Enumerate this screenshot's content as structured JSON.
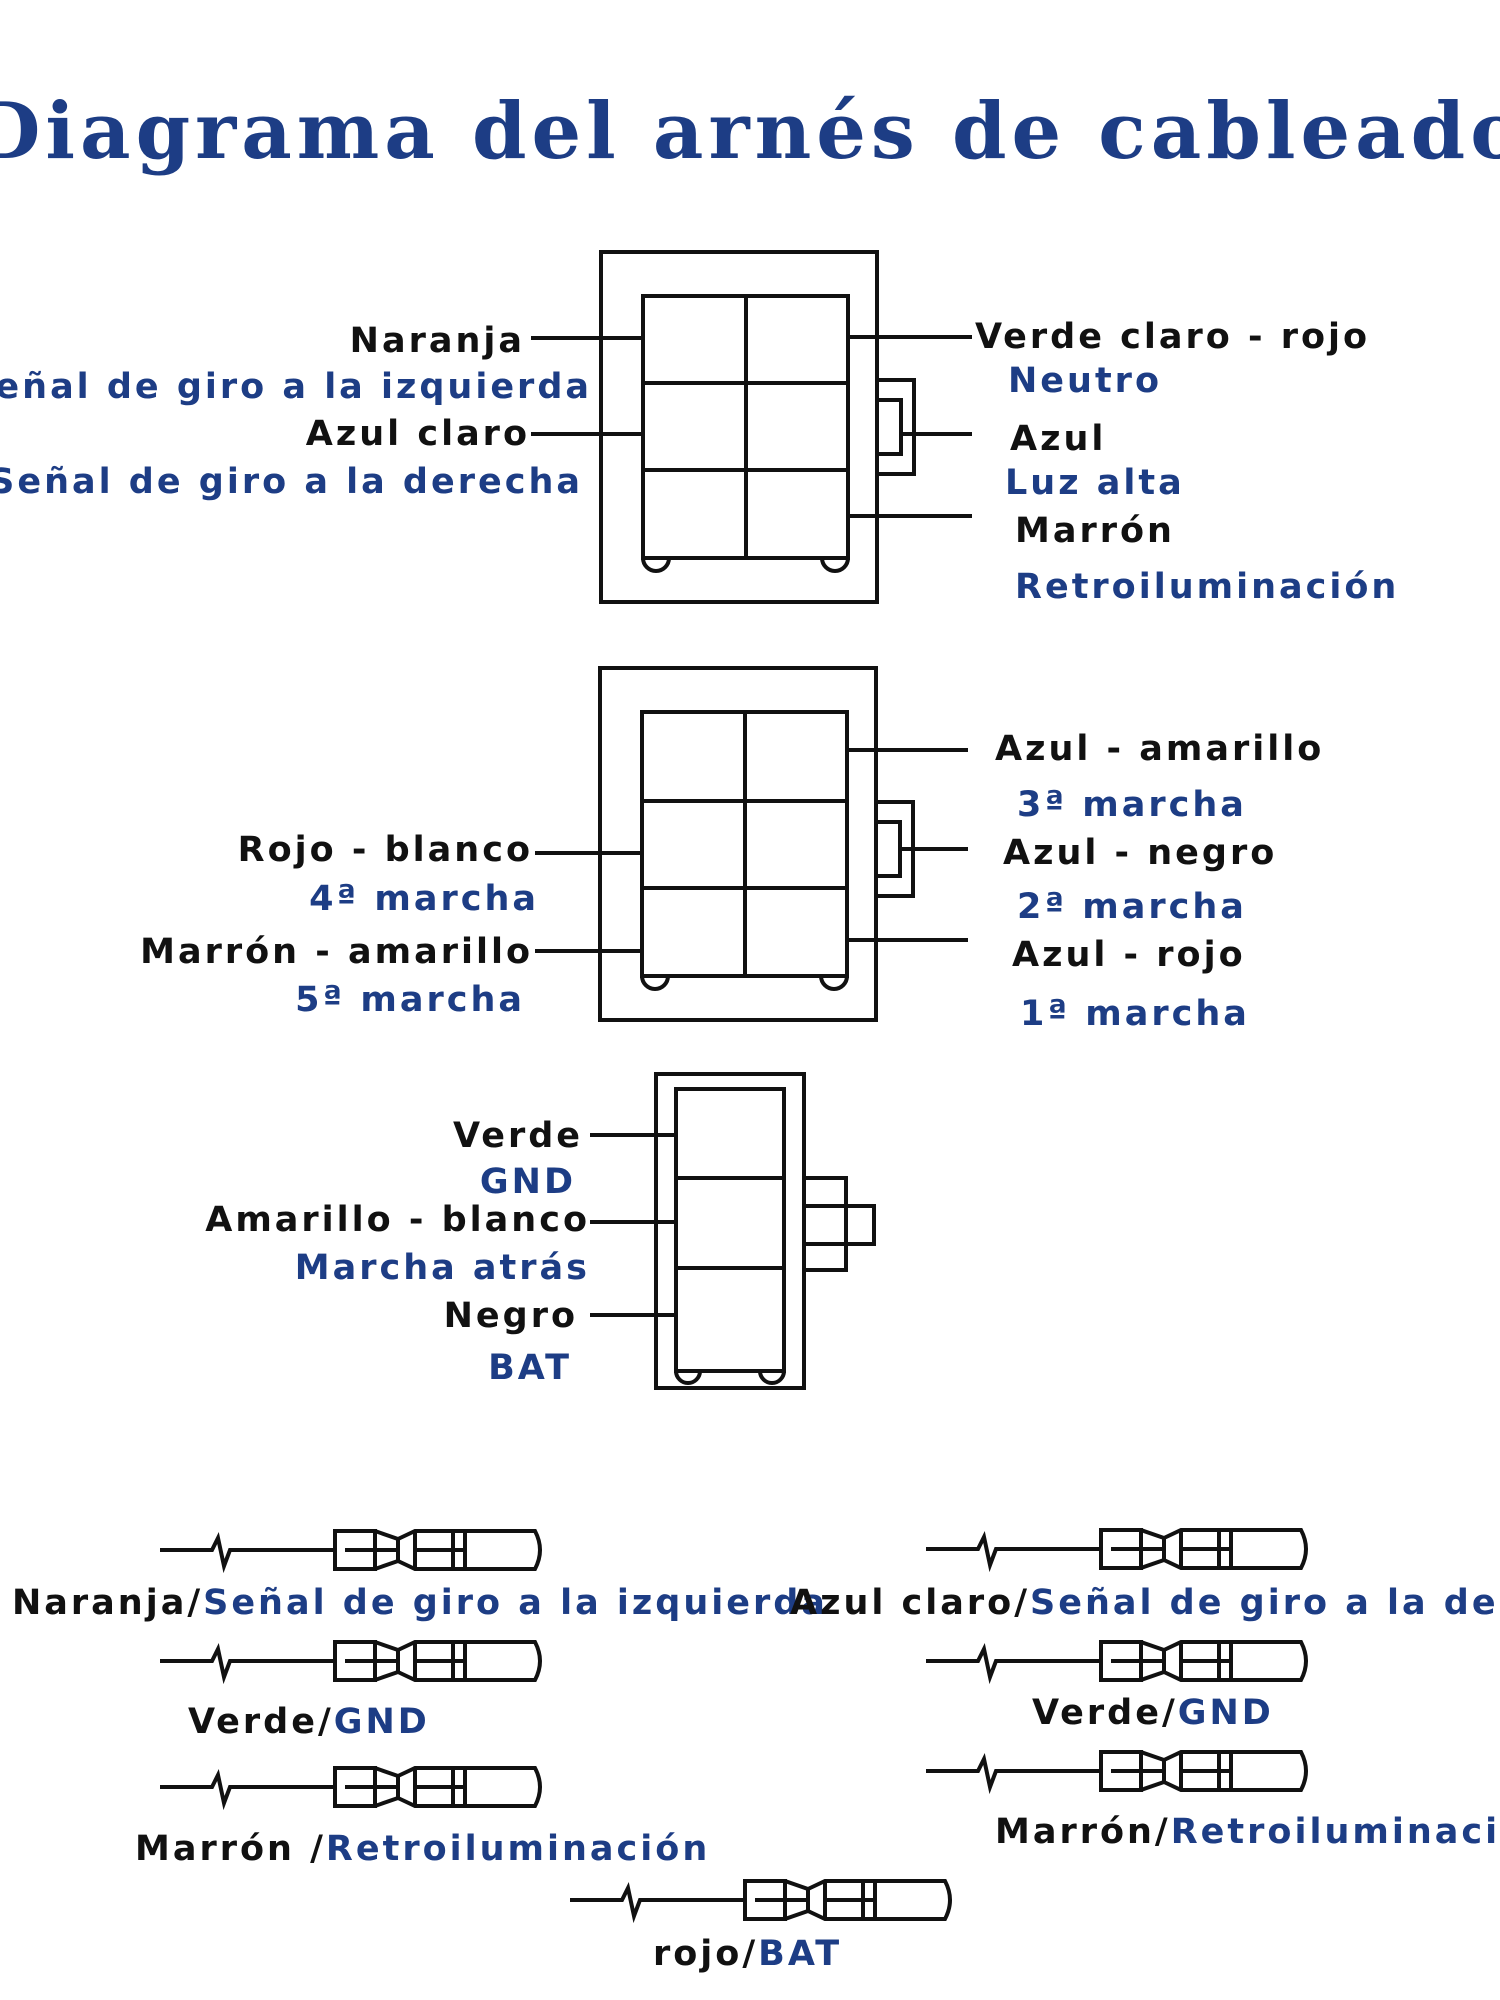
{
  "title": "Diagrama del arnés de cableado",
  "connectors": {
    "c1": {
      "left": [
        {
          "wire": "Naranja",
          "function": "Señal de giro a la izquierda"
        },
        {
          "wire": "Azul claro",
          "function": "Señal de giro a la derecha"
        }
      ],
      "right": [
        {
          "wire": "Verde claro - rojo",
          "function": "Neutro"
        },
        {
          "wire": "Azul",
          "function": "Luz alta"
        },
        {
          "wire": "Marrón",
          "function": "Retroiluminación"
        }
      ]
    },
    "c2": {
      "left": [
        {
          "wire": "Rojo - blanco",
          "function": "4ª marcha"
        },
        {
          "wire": "Marrón - amarillo",
          "function": "5ª marcha"
        }
      ],
      "right": [
        {
          "wire": "Azul - amarillo",
          "function": "3ª marcha"
        },
        {
          "wire": "Azul - negro",
          "function": "2ª marcha"
        },
        {
          "wire": "Azul - rojo",
          "function": "1ª marcha"
        }
      ]
    },
    "c3": {
      "left": [
        {
          "wire": "Verde",
          "function": "GND"
        },
        {
          "wire": "Amarillo - blanco",
          "function": "Marcha atrás"
        },
        {
          "wire": "Negro",
          "function": "BAT"
        }
      ]
    }
  },
  "bullet_connectors": [
    {
      "wire": "Naranja/",
      "function": "Señal de giro a la izquierda"
    },
    {
      "wire": "Verde/",
      "function": "GND"
    },
    {
      "wire": "Marrón /",
      "function": "Retroiluminación"
    },
    {
      "wire": "Azul claro/",
      "function": "Señal de giro a la derecha"
    },
    {
      "wire": "Verde/",
      "function": "GND"
    },
    {
      "wire": "Marrón/",
      "function": "Retroiluminación"
    },
    {
      "wire": "rojo/",
      "function": "BAT"
    }
  ]
}
